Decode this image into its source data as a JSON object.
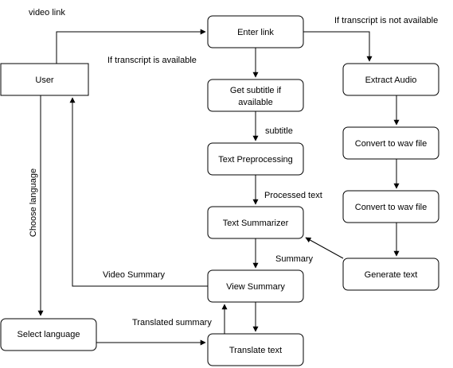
{
  "nodes": {
    "user": "User",
    "select_language": "Select language",
    "enter_link": "Enter link",
    "get_subtitle": [
      "Get subtitle if",
      "available"
    ],
    "text_preprocessing": "Text Preprocessing",
    "text_summarizer": "Text Summarizer",
    "view_summary": "View Summary",
    "translate_text": "Translate text",
    "extract_audio": "Extract Audio",
    "convert_wav_1": "Convert to wav file",
    "convert_wav_2": "Convert to wav file",
    "generate_text": "Generate text"
  },
  "edge_labels": {
    "video_link": "video link",
    "transcript_available": "If transcript is available",
    "transcript_not_available": "If transcript is not available",
    "subtitle": "subtitle",
    "processed_text": "Processed text",
    "summary": "Summary",
    "video_summary": "Video Summary",
    "translated_summary": "Translated summary",
    "choose_language": "Choose language"
  }
}
